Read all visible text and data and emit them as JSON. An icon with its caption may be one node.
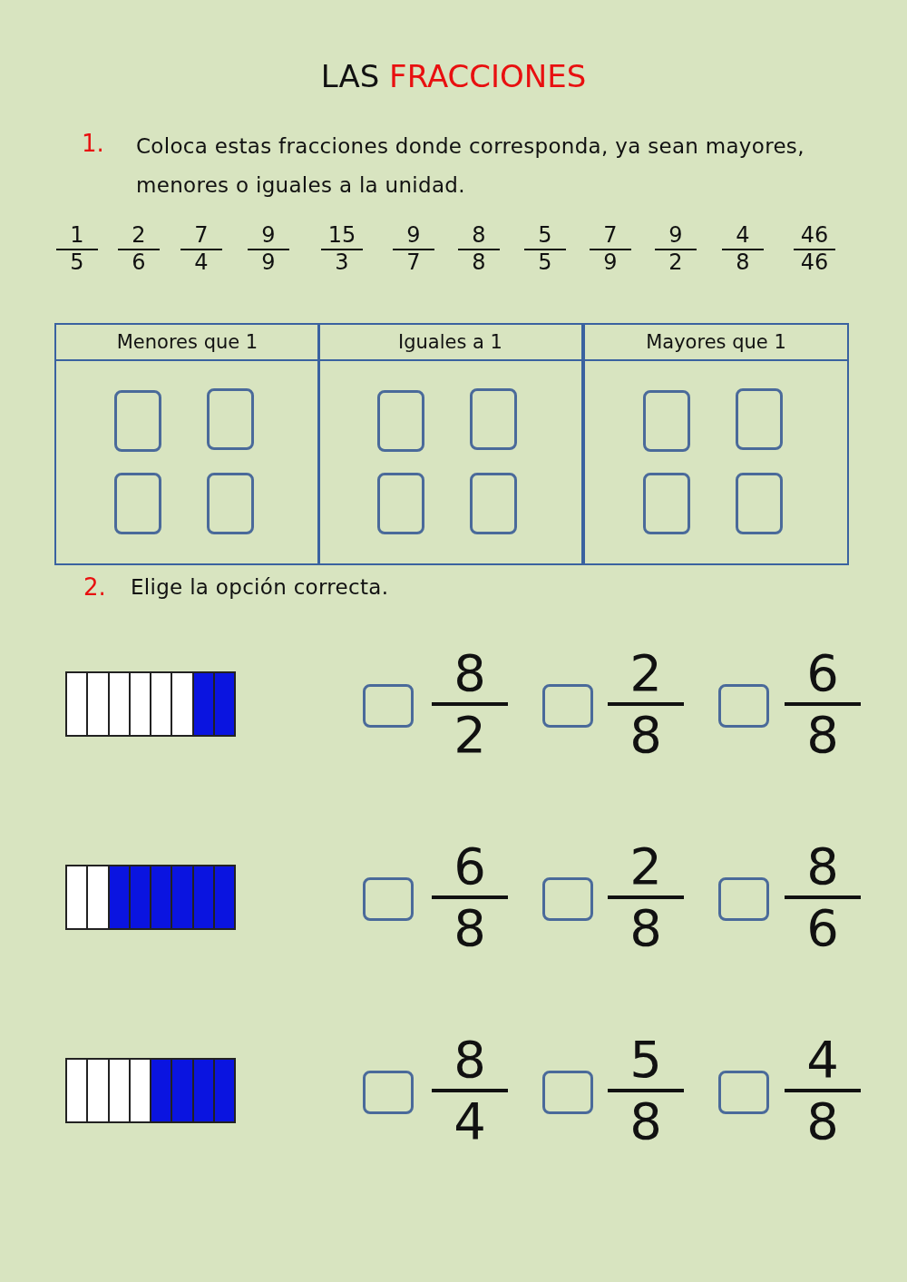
{
  "diagram": {
    "title": "LAS FRACCIONES",
    "nodes": [
      {
        "text": [
          "Menores que 1"
        ]
      },
      {
        "text": [],
        "shape": "box",
        "in": 0
      },
      {
        "text": [],
        "shape": "box",
        "in": 0
      },
      {
        "text": [],
        "shape": "box",
        "in": 0
      },
      {
        "text": [],
        "shape": "box",
        "in": 0
      },
      {
        "text": [
          "Iguales a 1"
        ]
      },
      {
        "text": [],
        "shape": "box",
        "in": 5
      },
      {
        "text": [],
        "shape": "box",
        "in": 5
      },
      {
        "text": [],
        "shape": "box",
        "in": 5
      },
      {
        "text": [],
        "shape": "box",
        "in": 5
      },
      {
        "text": [
          "Mayores que 1"
        ]
      },
      {
        "text": [],
        "shape": "box",
        "in": 10
      },
      {
        "text": [],
        "shape": "box",
        "in": 10
      },
      {
        "text": [],
        "shape": "box",
        "in": 10
      },
      {
        "text": [],
        "shape": "box",
        "in": 10
      },
      {
        "text": [],
        "shape": "bar"
      },
      {
        "text": [],
        "shape": "box"
      },
      {
        "text": [],
        "shape": "box"
      },
      {
        "text": [],
        "shape": "box"
      },
      {
        "text": [],
        "shape": "bar"
      },
      {
        "text": [],
        "shape": "box"
      },
      {
        "text": [],
        "shape": "box"
      },
      {
        "text": [],
        "shape": "box"
      },
      {
        "text": [],
        "shape": "bar"
      },
      {
        "text": [],
        "shape": "box"
      },
      {
        "text": [],
        "shape": "box"
      },
      {
        "text": [],
        "shape": "box"
      }
    ],
    "labels": [
      "1.",
      "Coloca estas fracciones donde corresponda, ya sean mayores, menores o iguales a la unidad.",
      "1",
      "5",
      "2",
      "6",
      "7",
      "4",
      "9",
      "9",
      "15",
      "3",
      "9",
      "7",
      "8",
      "8",
      "5",
      "5",
      "7",
      "9",
      "9",
      "2",
      "4",
      "8",
      "46",
      "46",
      "2.",
      "Elige la opción correcta.",
      "8",
      "2",
      "2",
      "8",
      "6",
      "8",
      "6",
      "8",
      "2",
      "8",
      "8",
      "6",
      "8",
      "4",
      "5",
      "8",
      "4",
      "8"
    ]
  }
}
